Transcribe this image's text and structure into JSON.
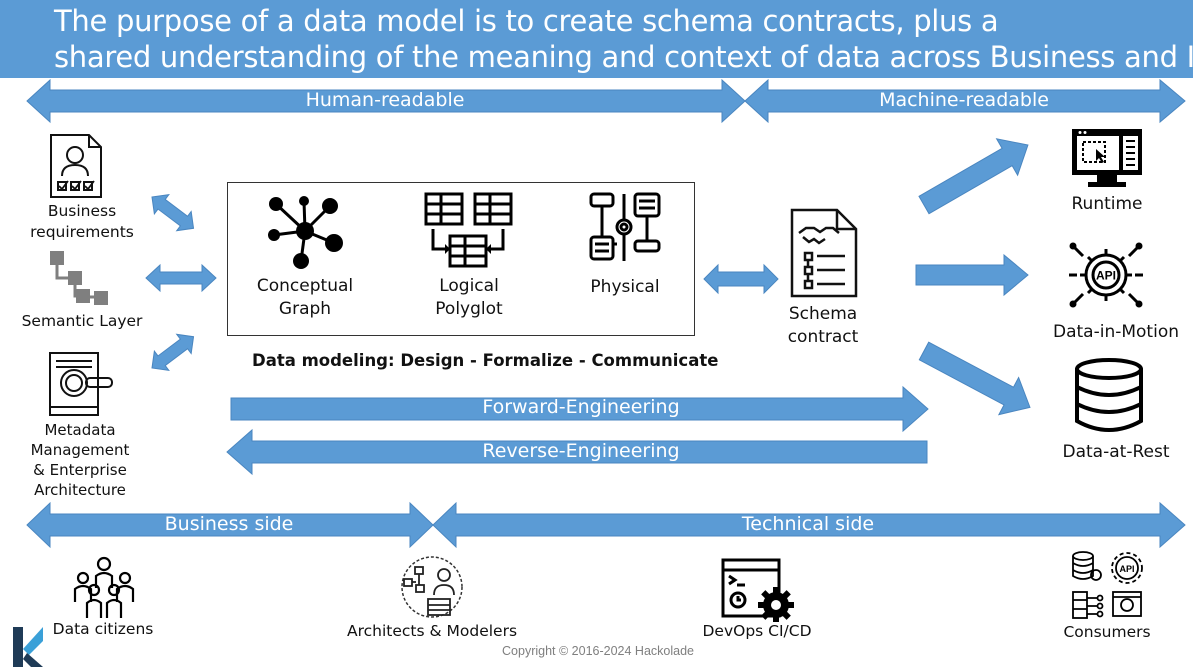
{
  "header": {
    "title_line1": "The purpose of a data model is to create schema contracts, plus a",
    "title_line2": "shared understanding of the meaning and context of data across Business and IT",
    "background": "#5b9bd5"
  },
  "bands": {
    "human_readable": "Human-readable",
    "machine_readable": "Machine-readable",
    "business_side": "Business side",
    "technical_side": "Technical side"
  },
  "engineering": {
    "forward": "Forward-Engineering",
    "reverse": "Reverse-Engineering"
  },
  "left_sources": {
    "business_requirements": "Business requirements",
    "semantic_layer": "Semantic Layer",
    "metadata_line1": "Metadata",
    "metadata_line2": "Management",
    "metadata_line3": "& Enterprise",
    "metadata_line4": "Architecture"
  },
  "model": {
    "conceptual_line1": "Conceptual",
    "conceptual_line2": "Graph",
    "logical_line1": "Logical",
    "logical_line2": "Polyglot",
    "physical": "Physical",
    "caption": "Data modeling: Design - Formalize - Communicate"
  },
  "schema": {
    "line1": "Schema",
    "line2": "contract"
  },
  "targets": {
    "runtime": "Runtime",
    "data_in_motion": "Data-in-Motion",
    "data_at_rest": "Data-at-Rest"
  },
  "personas": {
    "data_citizens": "Data citizens",
    "architects": "Architects & Modelers",
    "devops": "DevOps CI/CD",
    "consumers": "Consumers"
  },
  "footer": {
    "copyright": "Copyright © 2016-2024 Hackolade"
  },
  "colors": {
    "arrow": "#5b9bd5",
    "arrow_stroke": "#4a86c0",
    "logo_dark": "#1f3b57",
    "logo_light": "#3aa0d8"
  },
  "icons": {
    "business_requirements": "user-checklist-icon",
    "semantic_layer": "hierarchy-icon",
    "metadata": "catalog-search-icon",
    "conceptual": "graph-nodes-icon",
    "logical": "tables-icon",
    "physical": "schema-icon",
    "schema_contract": "contract-handshake-icon",
    "runtime": "monitor-icon",
    "data_in_motion": "api-gear-icon",
    "data_at_rest": "database-icon",
    "data_citizens": "people-group-icon",
    "architects": "architect-icon",
    "devops": "terminal-gear-icon",
    "consumers": "consumers-icon",
    "logo": "hackolade-logo-icon"
  }
}
